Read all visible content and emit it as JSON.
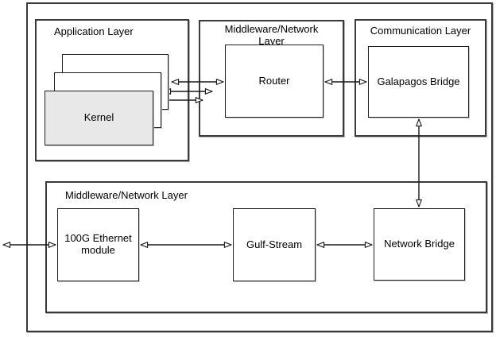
{
  "top_row": {
    "application_layer": {
      "title": "Application Layer",
      "kernel_label": "Kernel"
    },
    "middleware_layer": {
      "title": "Middleware/Network Layer",
      "router_label": "Router"
    },
    "communication_layer": {
      "title": "Communication Layer",
      "galapagos_label": "Galapagos Bridge"
    }
  },
  "bottom_row": {
    "middleware_layer": {
      "title": "Middleware/Network Layer",
      "ethernet_label": "100G Ethernet module",
      "gulfstream_label": "Gulf-Stream",
      "network_bridge_label": "Network Bridge"
    }
  },
  "colors": {
    "background": "#ffffff",
    "layer_border": "#3a3a3a",
    "component_border": "#1f1f1f",
    "kernel_fill": "#e8e8e8",
    "arrow": "#1a1a1a",
    "text": "#000000"
  }
}
